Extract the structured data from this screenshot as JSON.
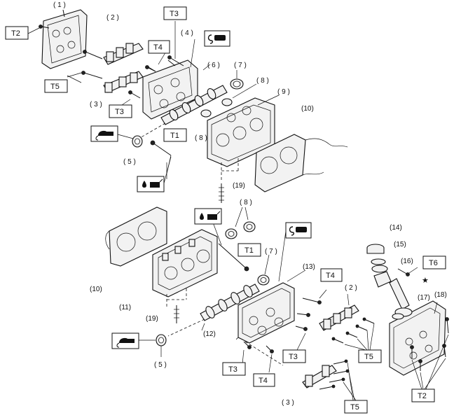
{
  "labels": {
    "p1": "( 1 )",
    "p2a": "( 2 )",
    "p2b": "( 2 )",
    "p3a": "( 3 )",
    "p3b": "( 3 )",
    "p4": "( 4 )",
    "p5a": "( 5 )",
    "p5b": "( 5 )",
    "p6": "( 6 )",
    "p7a": "( 7 )",
    "p7b": "( 7 )",
    "p8a": "( 8 )",
    "p8b": "( 8 )",
    "p8c": "( 8 )",
    "p9": "( 9 )",
    "p10a": "(10)",
    "p10b": "(10)",
    "p11": "(11)",
    "p12": "(12)",
    "p13": "(13)",
    "p14": "(14)",
    "p15": "(15)",
    "p16": "(16)",
    "p17": "(17)",
    "p18": "(18)",
    "p19a": "(19)",
    "p19b": "(19)",
    "star": "★"
  },
  "torque_boxes": {
    "t2a": "T2",
    "t2b": "T2",
    "t3a": "T3",
    "t3b": "T3",
    "t3c": "T3",
    "t3d": "T3",
    "t4a": "T4",
    "t4b": "T4",
    "t4c": "T4",
    "t5a": "T5",
    "t5b": "T5",
    "t5c": "T5",
    "t1a": "T1",
    "t1b": "T1",
    "t6": "T6"
  },
  "icons": {
    "sealant": "liquid-gasket-icon",
    "oil": "engine-oil-icon"
  }
}
